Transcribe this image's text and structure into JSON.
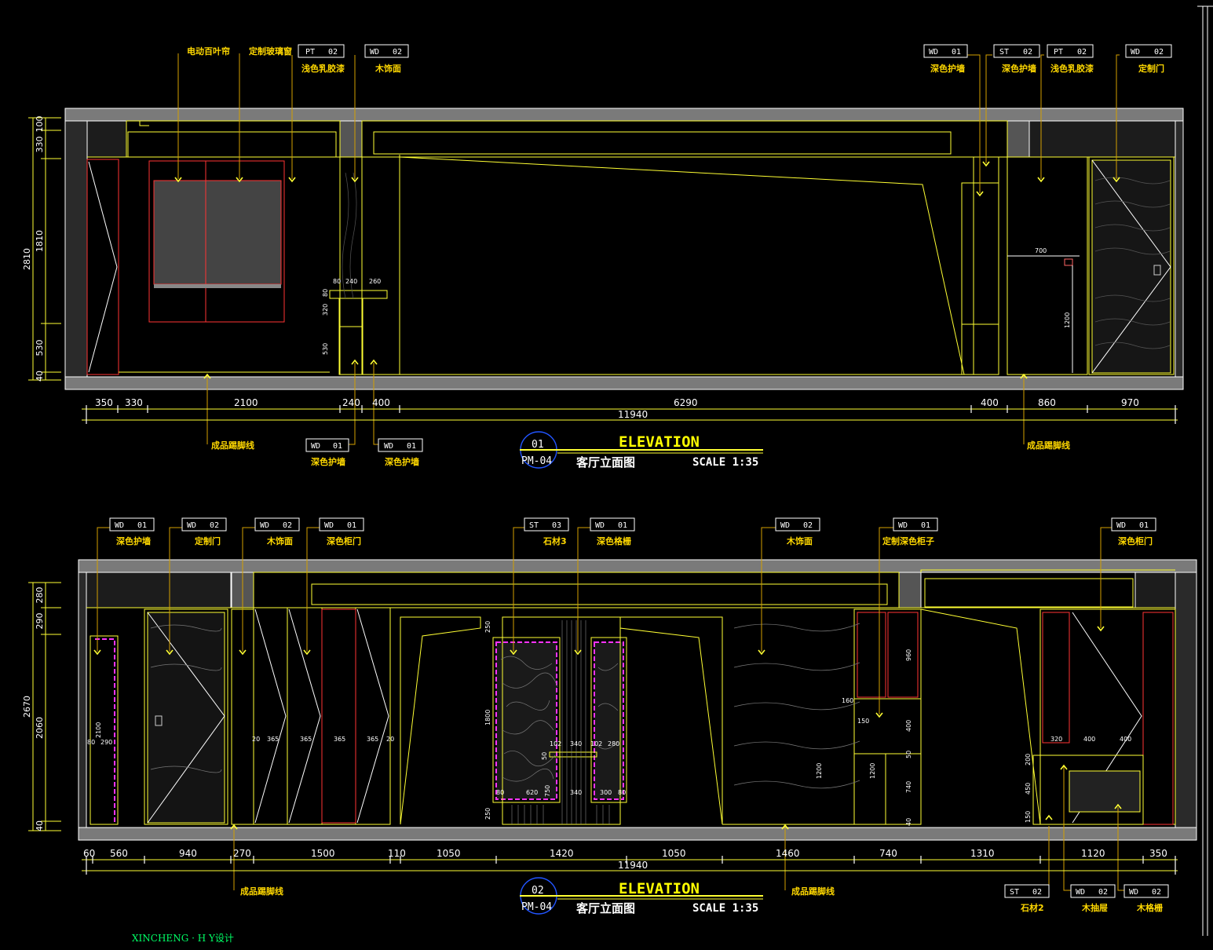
{
  "footer": {
    "credit": "XINCHENG · H Y设计"
  },
  "elevation_1": {
    "title_en": "ELEVATION",
    "title_cn": "客厅立面图",
    "scale": "SCALE 1:35",
    "number": "01",
    "sheet": "PM-04",
    "top_tags": [
      {
        "code": "",
        "num": "",
        "label": "电动百叶帘"
      },
      {
        "code": "",
        "num": "",
        "label": "定制玻璃窗"
      },
      {
        "code": "PT",
        "num": "02",
        "label": "浅色乳胶漆"
      },
      {
        "code": "WD",
        "num": "02",
        "label": "木饰面"
      },
      {
        "code": "WD",
        "num": "01",
        "label": "深色护墙"
      },
      {
        "code": "ST",
        "num": "02",
        "label": "深色护墙"
      },
      {
        "code": "PT",
        "num": "02",
        "label": "浅色乳胶漆"
      },
      {
        "code": "WD",
        "num": "02",
        "label": "定制门"
      }
    ],
    "bottom_tags": [
      {
        "code": "WD",
        "num": "01",
        "label": "深色护墙"
      },
      {
        "code": "WD",
        "num": "01",
        "label": "深色护墙"
      }
    ],
    "skirting": [
      "成品踢脚线",
      "成品踢脚线"
    ],
    "h_dims": [
      "350",
      "330",
      "2100",
      "240",
      "400",
      "6290",
      "400",
      "860",
      "970"
    ],
    "total": "11940",
    "v_dims_outer": [
      "2810"
    ],
    "v_dims_inner": [
      "100",
      "330",
      "1810",
      "530",
      "40"
    ],
    "small_dims": [
      "80",
      "240",
      "260",
      "80",
      "320",
      "530",
      "700",
      "1200"
    ]
  },
  "elevation_2": {
    "title_en": "ELEVATION",
    "title_cn": "客厅立面图",
    "scale": "SCALE 1:35",
    "number": "02",
    "sheet": "PM-04",
    "top_tags": [
      {
        "code": "WD",
        "num": "01",
        "label": "深色护墙"
      },
      {
        "code": "WD",
        "num": "02",
        "label": "定制门"
      },
      {
        "code": "WD",
        "num": "02",
        "label": "木饰面"
      },
      {
        "code": "WD",
        "num": "01",
        "label": "深色柜门"
      },
      {
        "code": "ST",
        "num": "03",
        "label": "石材3"
      },
      {
        "code": "WD",
        "num": "01",
        "label": "深色格栅"
      },
      {
        "code": "WD",
        "num": "02",
        "label": "木饰面"
      },
      {
        "code": "WD",
        "num": "01",
        "label": "定制深色柜子"
      },
      {
        "code": "WD",
        "num": "01",
        "label": "深色柜门"
      }
    ],
    "bottom_tags": [
      {
        "code": "ST",
        "num": "02",
        "label": "石材2"
      },
      {
        "code": "WD",
        "num": "02",
        "label": "木抽屉"
      },
      {
        "code": "WD",
        "num": "02",
        "label": "木格栅"
      }
    ],
    "skirting": [
      "成品踢脚线",
      "成品踢脚线"
    ],
    "h_dims": [
      "60",
      "560",
      "940",
      "270",
      "1500",
      "110",
      "1050",
      "1420",
      "1050",
      "1460",
      "740",
      "1310",
      "1120",
      "350"
    ],
    "total": "11940",
    "v_dims_outer": [
      "2670"
    ],
    "v_dims_inner": [
      "280",
      "290",
      "2060",
      "40"
    ],
    "small_dims": [
      "2100",
      "80",
      "290",
      "20",
      "365",
      "365",
      "365",
      "365",
      "20",
      "250",
      "1800",
      "250",
      "102",
      "340",
      "102",
      "280",
      "50",
      "80",
      "620",
      "750",
      "340",
      "300",
      "80",
      "160",
      "150",
      "960",
      "400",
      "50",
      "1200",
      "740",
      "40",
      "1200",
      "320",
      "400",
      "400",
      "200",
      "450",
      "150"
    ]
  }
}
